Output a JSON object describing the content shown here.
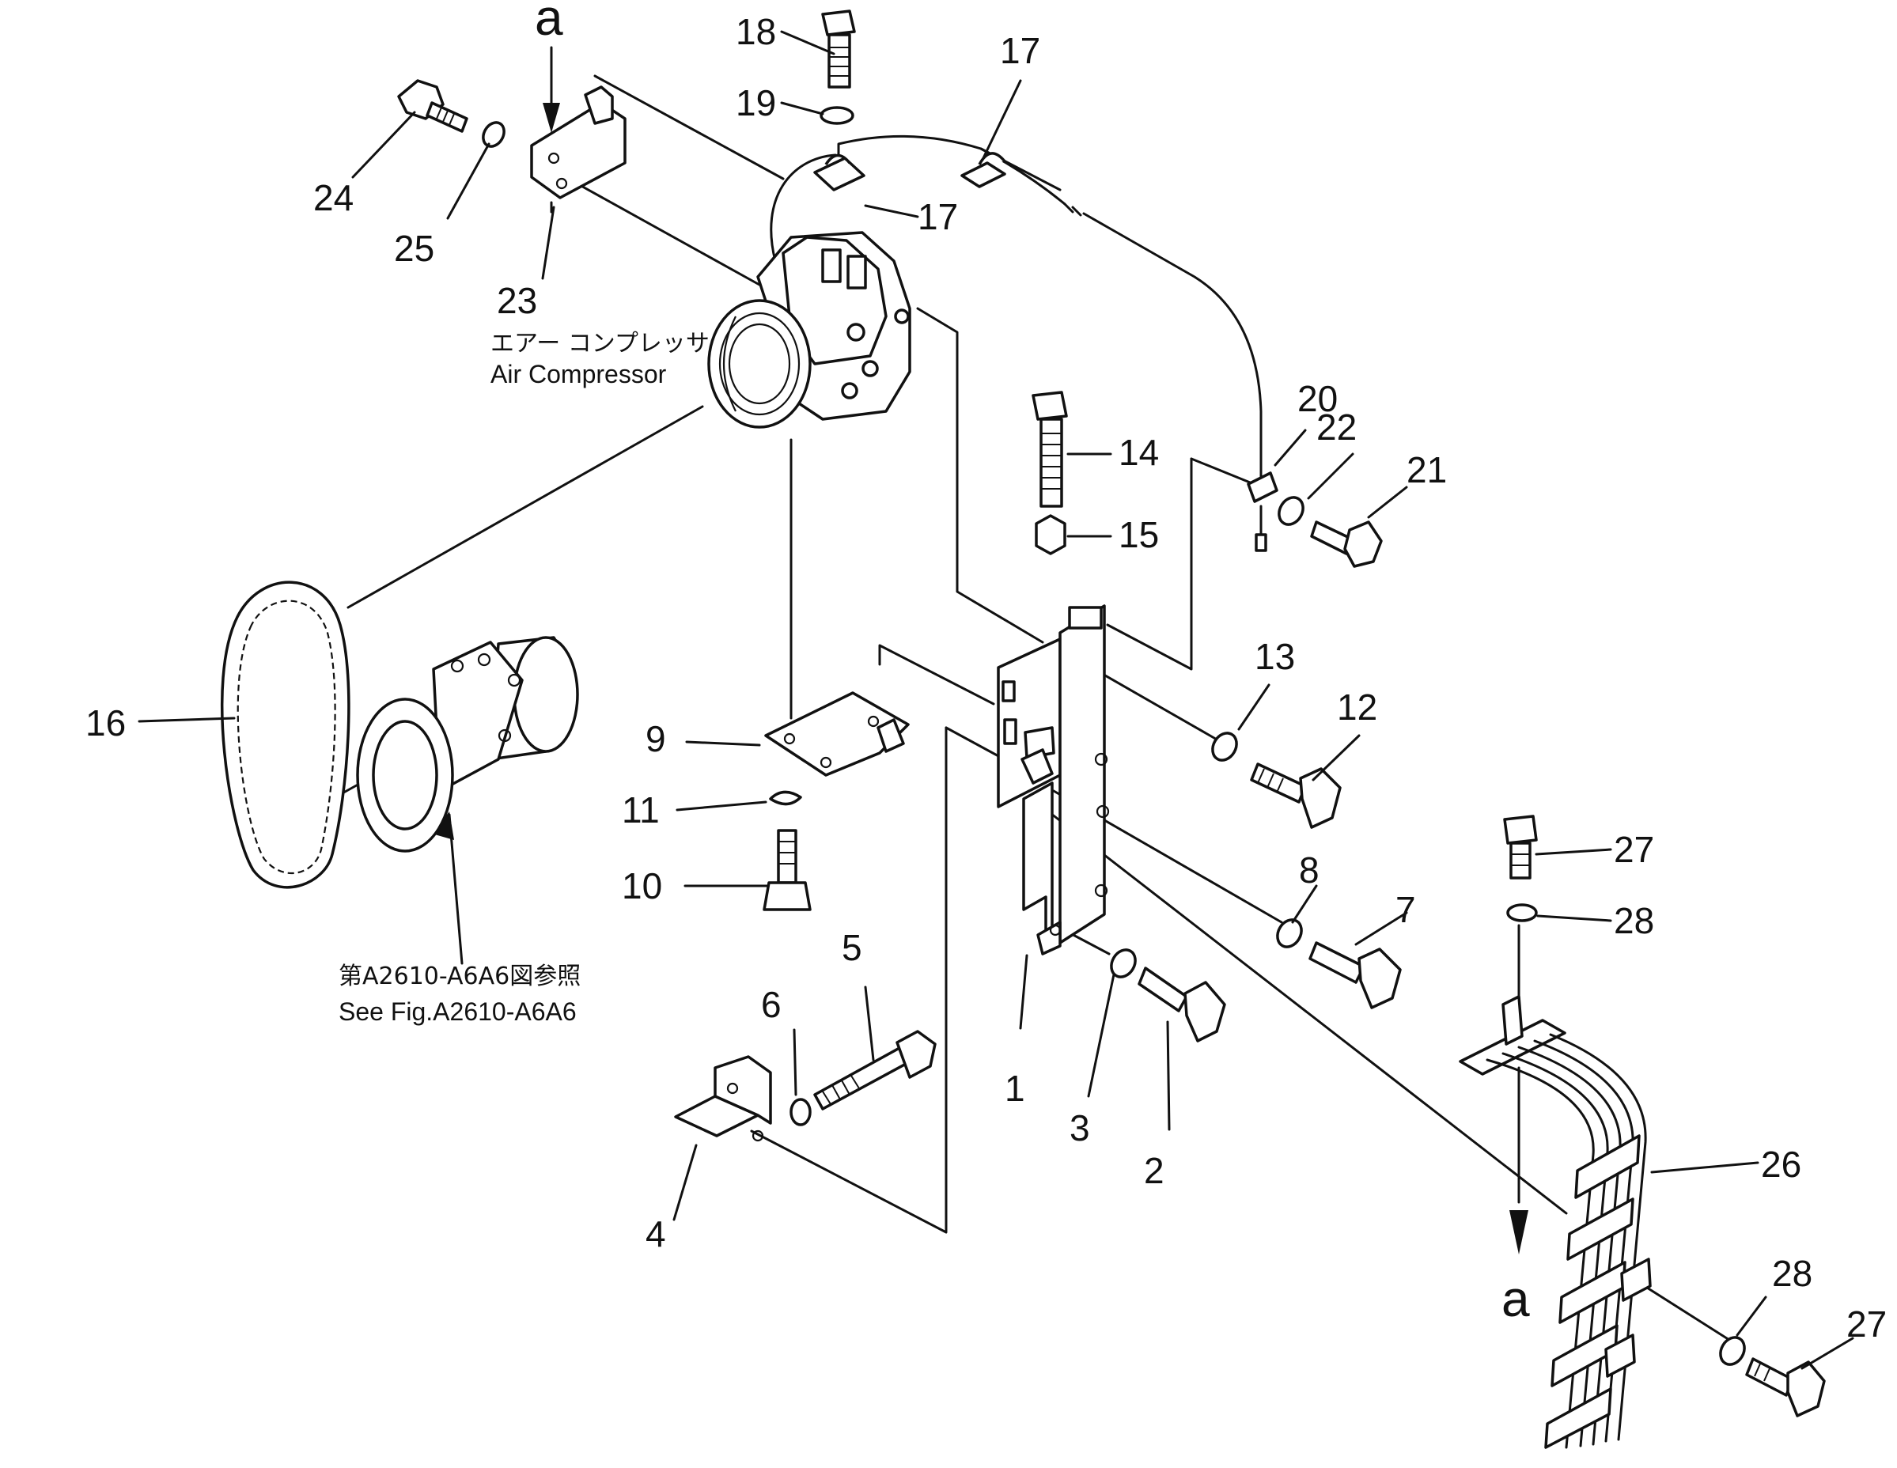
{
  "labels": {
    "air_compressor_jp": "エアー コンプレッサ",
    "air_compressor_en": "Air Compressor",
    "ref_jp": "第A2610-A6A6図参照",
    "ref_en": "See Fig.A2610-A6A6",
    "marker_a": "a"
  },
  "callouts": [
    "1",
    "2",
    "3",
    "4",
    "5",
    "6",
    "7",
    "8",
    "9",
    "10",
    "11",
    "12",
    "13",
    "14",
    "15",
    "16",
    "17",
    "18",
    "19",
    "20",
    "21",
    "22",
    "23",
    "24",
    "25",
    "26",
    "27",
    "28"
  ]
}
